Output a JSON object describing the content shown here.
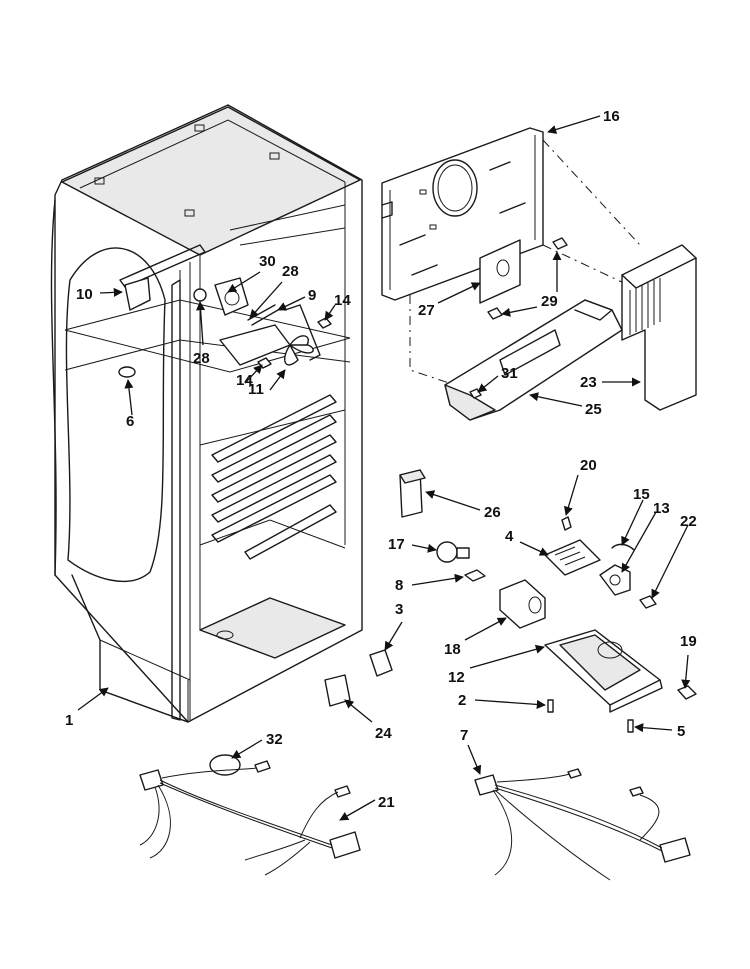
{
  "labels": {
    "p1": "1",
    "p2": "2",
    "p3": "3",
    "p4": "4",
    "p5": "5",
    "p6": "6",
    "p7": "7",
    "p8": "8",
    "p9": "9",
    "p10": "10",
    "p11": "11",
    "p12": "12",
    "p13": "13",
    "p14a": "14",
    "p14b": "14",
    "p15": "15",
    "p16": "16",
    "p17": "17",
    "p18": "18",
    "p19": "19",
    "p20": "20",
    "p21": "21",
    "p22": "22",
    "p23": "23",
    "p24": "24",
    "p25": "25",
    "p26": "26",
    "p27": "27",
    "p28a": "28",
    "p28b": "28",
    "p29": "29",
    "p30": "30",
    "p31": "31",
    "p32": "32"
  },
  "colors": {
    "line": "#1a1a1a",
    "background": "#ffffff",
    "shade": "#e9e9e9"
  }
}
